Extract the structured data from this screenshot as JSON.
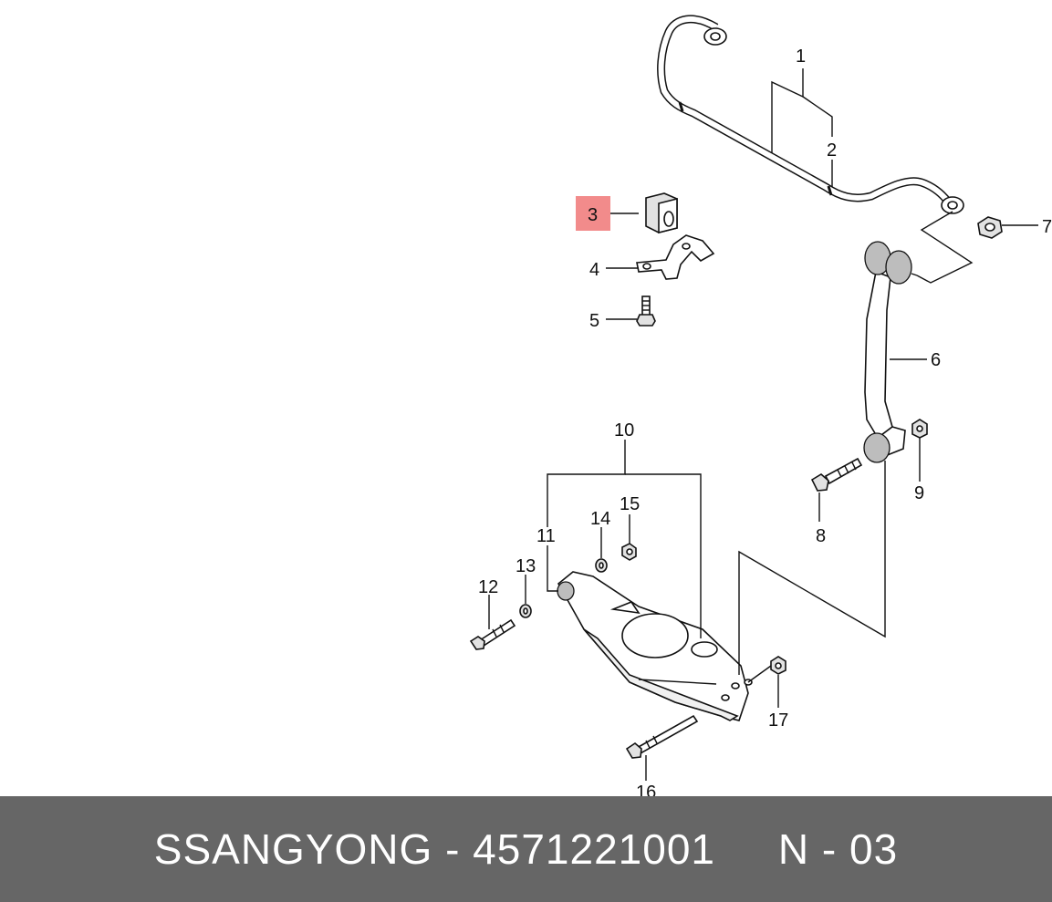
{
  "callouts": [
    {
      "id": "1",
      "text": "1"
    },
    {
      "id": "2",
      "text": "2"
    },
    {
      "id": "3",
      "text": "3"
    },
    {
      "id": "4",
      "text": "4"
    },
    {
      "id": "5",
      "text": "5"
    },
    {
      "id": "6",
      "text": "6"
    },
    {
      "id": "7",
      "text": "7"
    },
    {
      "id": "8",
      "text": "8"
    },
    {
      "id": "9",
      "text": "9"
    },
    {
      "id": "10",
      "text": "10"
    },
    {
      "id": "11",
      "text": "11"
    },
    {
      "id": "12",
      "text": "12"
    },
    {
      "id": "13",
      "text": "13"
    },
    {
      "id": "14",
      "text": "14"
    },
    {
      "id": "15",
      "text": "15"
    },
    {
      "id": "16",
      "text": "16"
    },
    {
      "id": "17",
      "text": "17"
    }
  ],
  "highlight_color": "#f28b8b",
  "footer": {
    "text": "SSANGYONG - 4571221001     N - 03",
    "background": "#666666",
    "color": "#ffffff"
  }
}
